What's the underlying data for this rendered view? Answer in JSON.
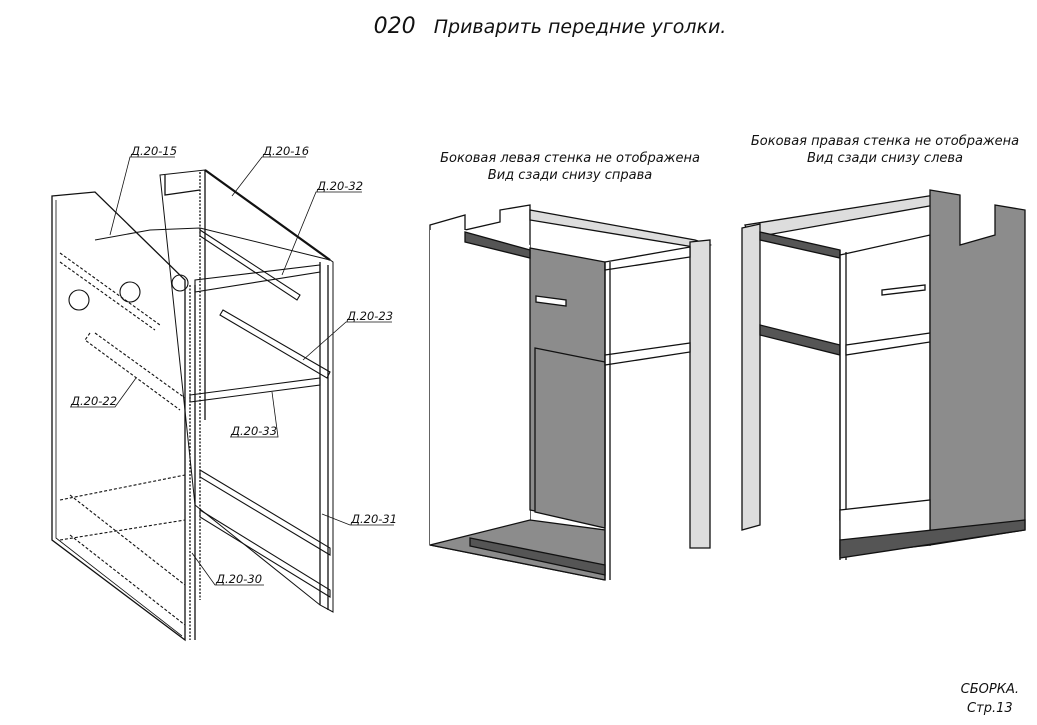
{
  "header": {
    "step_number": "020",
    "title": "Приварить передние уголки."
  },
  "exploded_view": {
    "labels": [
      "Д.20-15",
      "Д.20-16",
      "Д.20-32",
      "Д.20-23",
      "Д.20-22",
      "Д.20-33",
      "Д.20-31",
      "Д.20-30"
    ]
  },
  "view_left_hidden": {
    "line1": "Боковая левая стенка не отображена",
    "line2": "Вид сзади снизу справа"
  },
  "view_right_hidden": {
    "line1": "Боковая правая стенка не отображена",
    "line2": "Вид сзади снизу слева"
  },
  "footer": {
    "section": "СБОРКА.",
    "page": "Стр.13"
  },
  "colors": {
    "panel_gray": "#8c8c8c",
    "line": "#111111"
  }
}
